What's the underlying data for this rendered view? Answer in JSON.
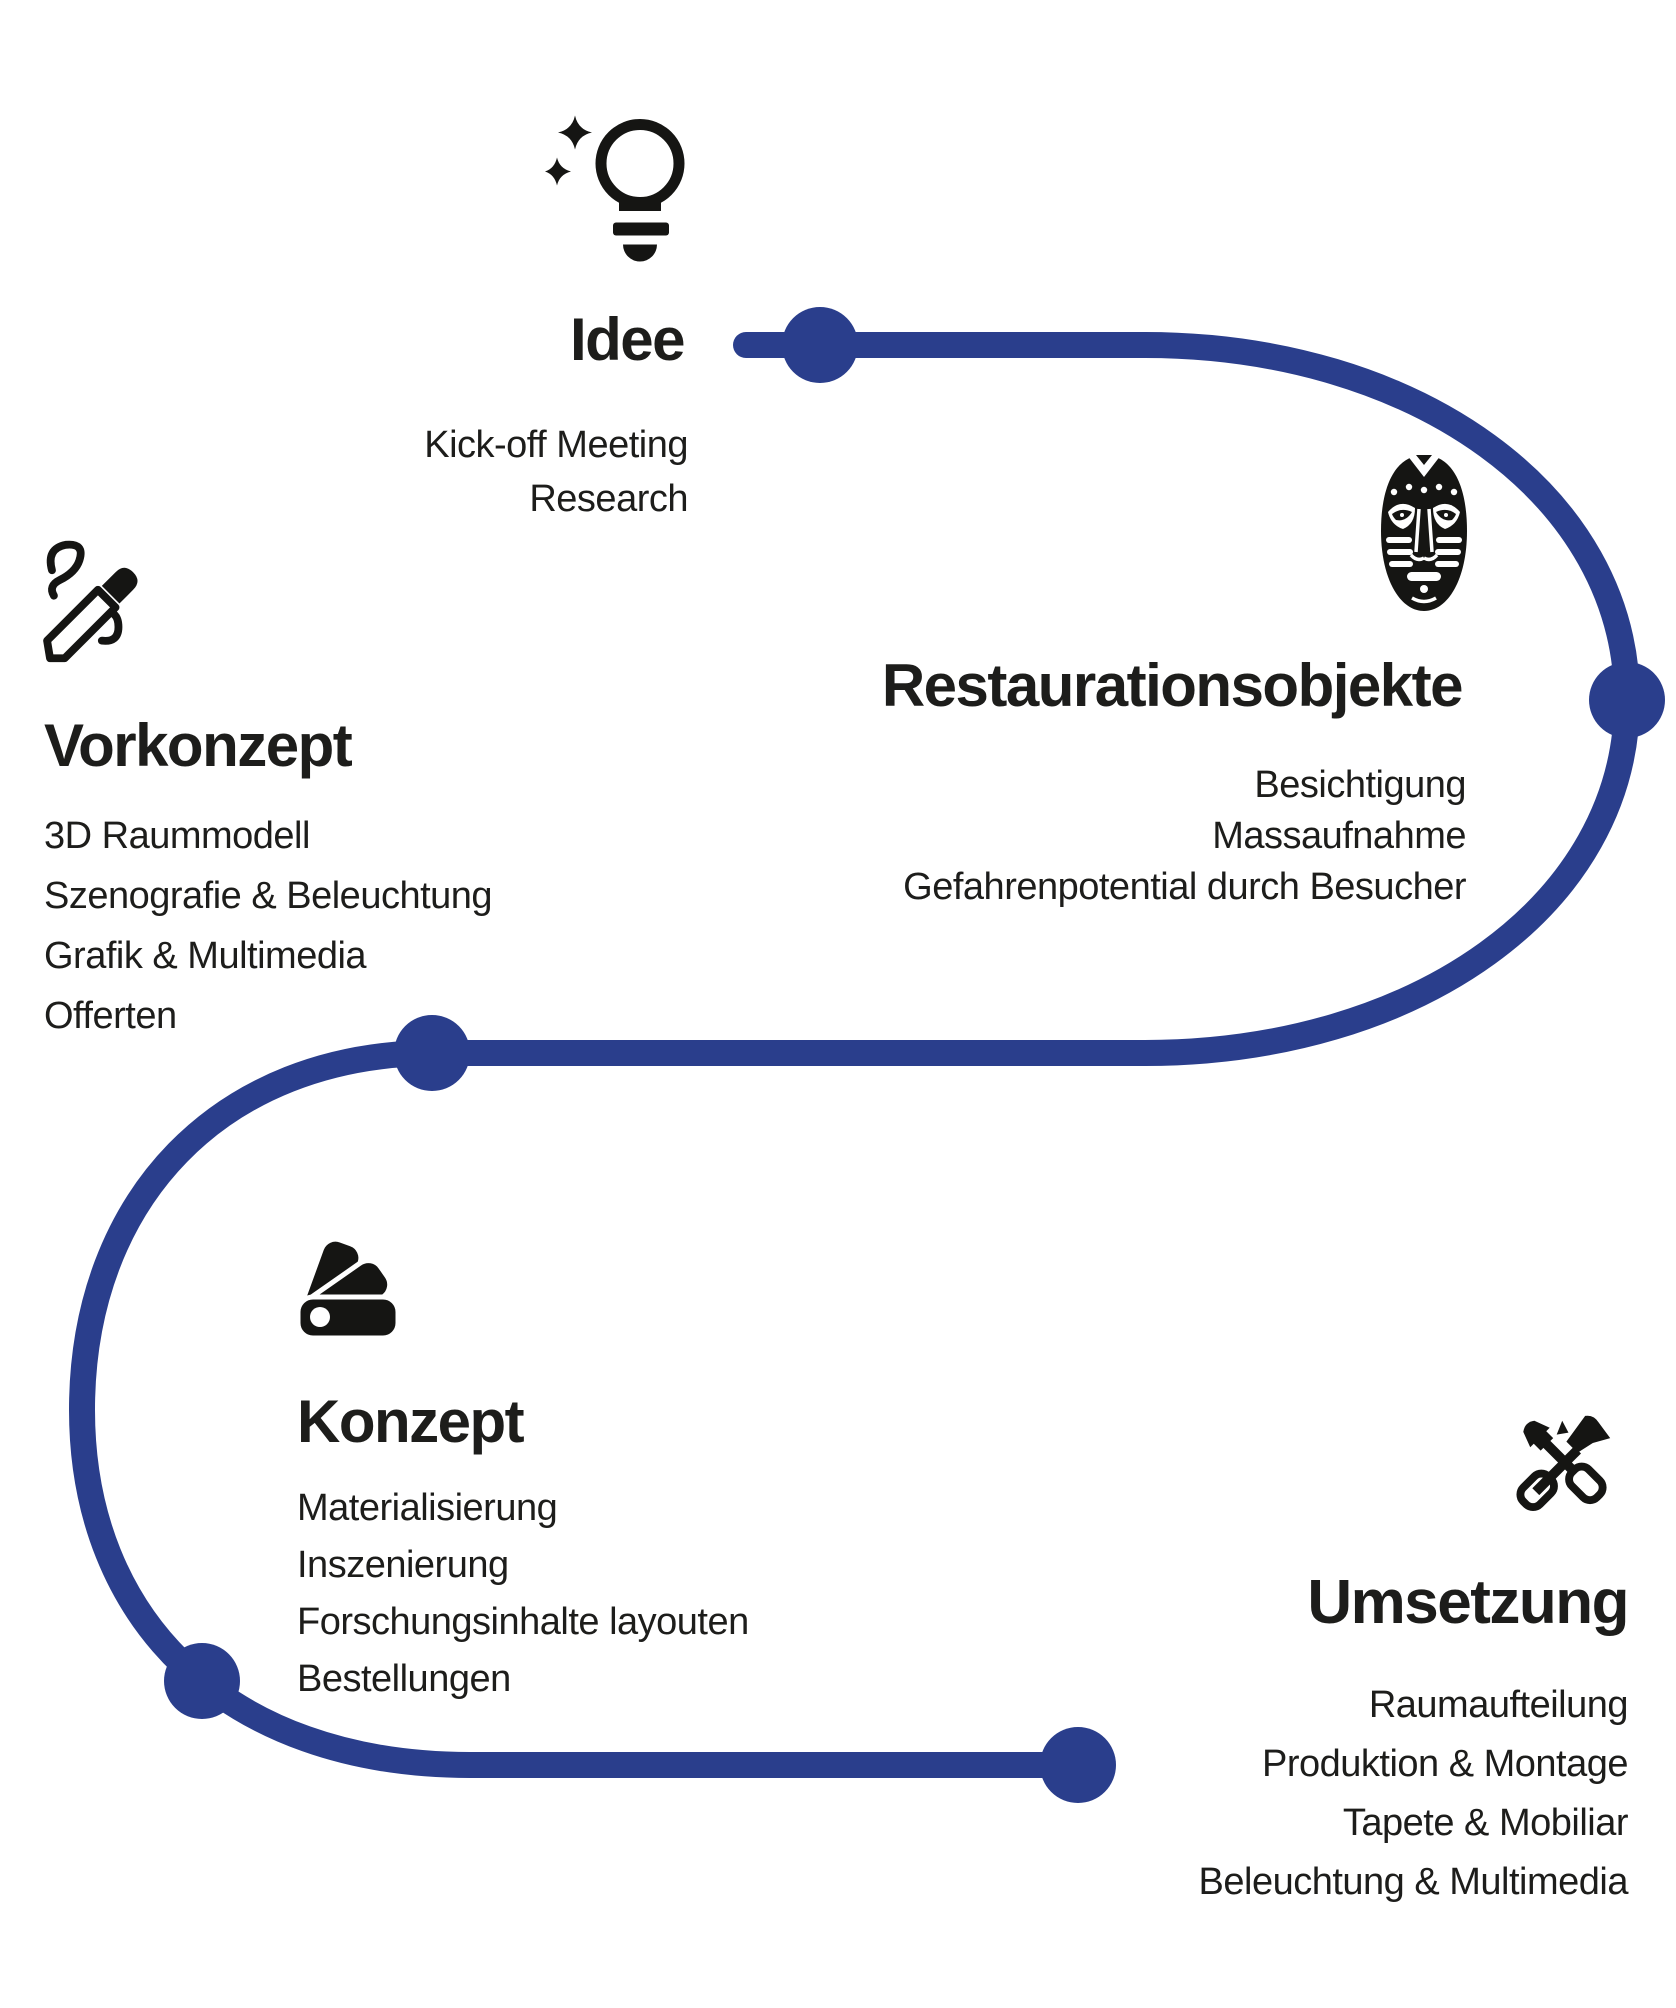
{
  "diagram_title": "",
  "colors": {
    "accent": "#2a3e8c",
    "ink": "#1d1d1b",
    "background": "#ffffff"
  },
  "flow": {
    "shape": "s-curve-process-path",
    "milestone_count": 5,
    "order": [
      "Idee",
      "Restaurationsobjekte",
      "Vorkonzept",
      "Konzept",
      "Umsetzung"
    ]
  },
  "stages": [
    {
      "id": "idee",
      "title": "Idee",
      "icon": "lightbulb-sparkles-icon",
      "items": [
        "Kick-off Meeting",
        "Research"
      ]
    },
    {
      "id": "restaurationsobjekte",
      "title": "Restaurationsobjekte",
      "icon": "tribal-mask-icon",
      "items": [
        "Besichtigung",
        "Massaufnahme",
        "Gefahrenpotential durch Besucher"
      ]
    },
    {
      "id": "vorkonzept",
      "title": "Vorkonzept",
      "icon": "sketch-pencil-icon",
      "items": [
        "3D Raummodell",
        "Szenografie & Beleuchtung",
        "Grafik & Multimedia",
        "Offerten"
      ]
    },
    {
      "id": "konzept",
      "title": "Konzept",
      "icon": "color-swatches-icon",
      "items": [
        "Materialisierung",
        "Inszenierung",
        "Forschungsinhalte layouten",
        "Bestellungen"
      ]
    },
    {
      "id": "umsetzung",
      "title": "Umsetzung",
      "icon": "crossed-tools-icon",
      "items": [
        "Raumaufteilung",
        "Produktion & Montage",
        "Tapete & Mobiliar",
        "Beleuchtung & Multimedia"
      ]
    }
  ]
}
